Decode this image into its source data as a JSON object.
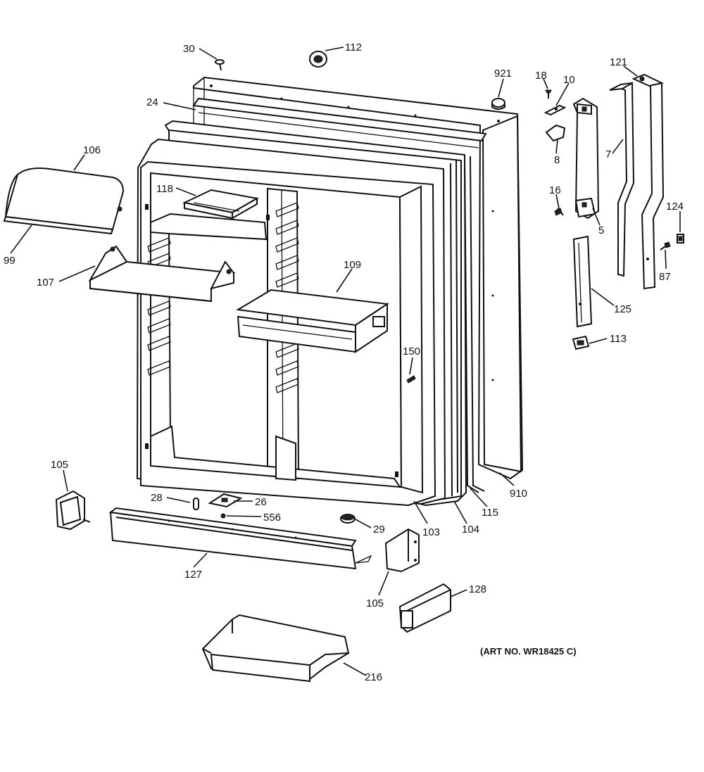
{
  "art_number": "(ART NO. WR18425 C)",
  "callouts": [
    {
      "id": "c30",
      "text": "30"
    },
    {
      "id": "c112",
      "text": "112"
    },
    {
      "id": "c921",
      "text": "921"
    },
    {
      "id": "c18",
      "text": "18"
    },
    {
      "id": "c10",
      "text": "10"
    },
    {
      "id": "c121",
      "text": "121"
    },
    {
      "id": "c24",
      "text": "24"
    },
    {
      "id": "c106",
      "text": "106"
    },
    {
      "id": "c8",
      "text": "8"
    },
    {
      "id": "c7",
      "text": "7"
    },
    {
      "id": "c118",
      "text": "118"
    },
    {
      "id": "c16",
      "text": "16"
    },
    {
      "id": "c124",
      "text": "124"
    },
    {
      "id": "c5",
      "text": "5"
    },
    {
      "id": "c99",
      "text": "99"
    },
    {
      "id": "c107",
      "text": "107"
    },
    {
      "id": "c109",
      "text": "109"
    },
    {
      "id": "c87",
      "text": "87"
    },
    {
      "id": "c125",
      "text": "125"
    },
    {
      "id": "c113",
      "text": "113"
    },
    {
      "id": "c150",
      "text": "150"
    },
    {
      "id": "c105a",
      "text": "105"
    },
    {
      "id": "c910",
      "text": "910"
    },
    {
      "id": "c28",
      "text": "28"
    },
    {
      "id": "c26",
      "text": "26"
    },
    {
      "id": "c115",
      "text": "115"
    },
    {
      "id": "c556",
      "text": "556"
    },
    {
      "id": "c103",
      "text": "103"
    },
    {
      "id": "c104",
      "text": "104"
    },
    {
      "id": "c29",
      "text": "29"
    },
    {
      "id": "c127",
      "text": "127"
    },
    {
      "id": "c105b",
      "text": "105"
    },
    {
      "id": "c128",
      "text": "128"
    },
    {
      "id": "c216",
      "text": "216"
    }
  ]
}
